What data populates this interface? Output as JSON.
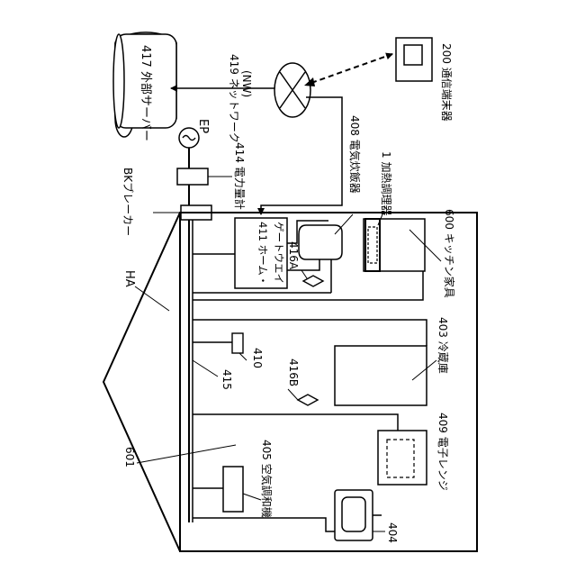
{
  "labels": {
    "server": "417 外部サーバー",
    "network": "419 ネットワーク",
    "network_sub": "(NW)",
    "terminal": "200 通信端末器",
    "ep": "EP",
    "meter": "414 電力量計",
    "breaker": "BKブレーカー",
    "house": "HA",
    "gateway_line1": "411 ホーム・",
    "gateway_line2": "ゲートウエイ",
    "rice_cooker": "408 電気炊飯器",
    "heater": "1 加熱調理器",
    "kitchen": "600 キッチン家具",
    "tag_a": "416A",
    "fridge": "403 冷蔵庫",
    "device_410": "410",
    "tag_b": "416B",
    "wire": "415",
    "room": "601",
    "aircon": "405 空気調和機",
    "microwave": "409 電子レンジ",
    "tv": "404"
  }
}
